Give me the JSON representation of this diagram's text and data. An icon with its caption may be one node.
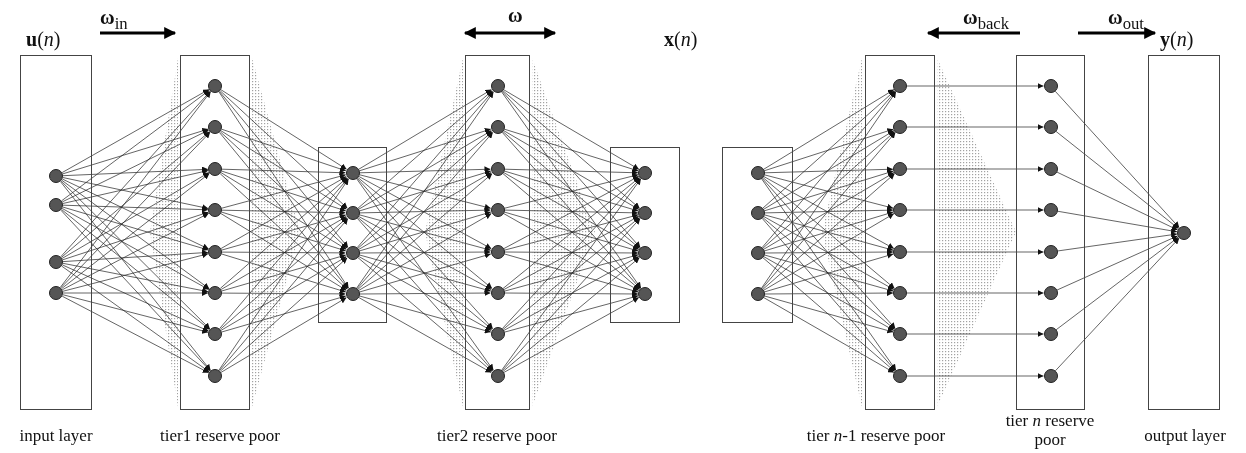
{
  "diagram": {
    "nodes": [
      {
        "text": [
          "input layer"
        ]
      },
      {
        "text": [],
        "shape": "circle",
        "in": 0
      },
      {
        "text": [],
        "shape": "circle",
        "in": 0
      },
      {
        "text": [],
        "shape": "circle",
        "in": 0
      },
      {
        "text": [],
        "shape": "circle",
        "in": 0
      },
      {
        "text": [
          "tier1 reserve poor"
        ]
      },
      {
        "text": [],
        "shape": "circle",
        "in": 5
      },
      {
        "text": [],
        "shape": "circle",
        "in": 5
      },
      {
        "text": [],
        "shape": "circle",
        "in": 5
      },
      {
        "text": [],
        "shape": "circle",
        "in": 5
      },
      {
        "text": [],
        "shape": "circle",
        "in": 5
      },
      {
        "text": [],
        "shape": "circle",
        "in": 5
      },
      {
        "text": [],
        "shape": "circle",
        "in": 5
      },
      {
        "text": [],
        "shape": "circle",
        "in": 5
      },
      {
        "text": [],
        "shape": "box"
      },
      {
        "text": [],
        "shape": "circle",
        "in": 14
      },
      {
        "text": [],
        "shape": "circle",
        "in": 14
      },
      {
        "text": [],
        "shape": "circle",
        "in": 14
      },
      {
        "text": [],
        "shape": "circle",
        "in": 14
      },
      {
        "text": [
          "tier2 reserve poor"
        ]
      },
      {
        "text": [],
        "shape": "circle",
        "in": 19
      },
      {
        "text": [],
        "shape": "circle",
        "in": 19
      },
      {
        "text": [],
        "shape": "circle",
        "in": 19
      },
      {
        "text": [],
        "shape": "circle",
        "in": 19
      },
      {
        "text": [],
        "shape": "circle",
        "in": 19
      },
      {
        "text": [],
        "shape": "circle",
        "in": 19
      },
      {
        "text": [],
        "shape": "circle",
        "in": 19
      },
      {
        "text": [],
        "shape": "circle",
        "in": 19
      },
      {
        "text": [],
        "shape": "box"
      },
      {
        "text": [],
        "shape": "circle",
        "in": 28
      },
      {
        "text": [],
        "shape": "circle",
        "in": 28
      },
      {
        "text": [],
        "shape": "circle",
        "in": 28
      },
      {
        "text": [],
        "shape": "circle",
        "in": 28
      },
      {
        "text": [],
        "shape": "box"
      },
      {
        "text": [],
        "shape": "circle",
        "in": 33
      },
      {
        "text": [],
        "shape": "circle",
        "in": 33
      },
      {
        "text": [],
        "shape": "circle",
        "in": 33
      },
      {
        "text": [],
        "shape": "circle",
        "in": 33
      },
      {
        "text": [
          "tier *n*-1 reserve poor"
        ]
      },
      {
        "text": [],
        "shape": "circle",
        "in": 38
      },
      {
        "text": [],
        "shape": "circle",
        "in": 38
      },
      {
        "text": [],
        "shape": "circle",
        "in": 38
      },
      {
        "text": [],
        "shape": "circle",
        "in": 38
      },
      {
        "text": [],
        "shape": "circle",
        "in": 38
      },
      {
        "text": [],
        "shape": "circle",
        "in": 38
      },
      {
        "text": [],
        "shape": "circle",
        "in": 38
      },
      {
        "text": [],
        "shape": "circle",
        "in": 38
      },
      {
        "text": [
          "tier *n* reserve poor"
        ]
      },
      {
        "text": [],
        "shape": "circle",
        "in": 47
      },
      {
        "text": [],
        "shape": "circle",
        "in": 47
      },
      {
        "text": [],
        "shape": "circle",
        "in": 47
      },
      {
        "text": [],
        "shape": "circle",
        "in": 47
      },
      {
        "text": [],
        "shape": "circle",
        "in": 47
      },
      {
        "text": [],
        "shape": "circle",
        "in": 47
      },
      {
        "text": [],
        "shape": "circle",
        "in": 47
      },
      {
        "text": [],
        "shape": "circle",
        "in": 47
      },
      {
        "text": [
          "output layer"
        ]
      },
      {
        "text": [],
        "shape": "circle",
        "in": 56
      }
    ],
    "edges": [
      {
        "from": 1,
        "to": 6,
        "arrow": "to"
      },
      {
        "from": 1,
        "to": 7,
        "arrow": "to"
      },
      {
        "from": 1,
        "to": 8,
        "arrow": "to"
      },
      {
        "from": 1,
        "to": 9,
        "arrow": "to"
      },
      {
        "from": 1,
        "to": 10,
        "arrow": "to"
      },
      {
        "from": 1,
        "to": 11,
        "arrow": "to"
      },
      {
        "from": 1,
        "to": 12,
        "arrow": "to"
      },
      {
        "from": 1,
        "to": 13,
        "arrow": "to"
      },
      {
        "from": 2,
        "to": 6,
        "arrow": "to"
      },
      {
        "from": 2,
        "to": 7,
        "arrow": "to"
      },
      {
        "from": 2,
        "to": 8,
        "arrow": "to"
      },
      {
        "from": 2,
        "to": 9,
        "arrow": "to"
      },
      {
        "from": 2,
        "to": 10,
        "arrow": "to"
      },
      {
        "from": 2,
        "to": 11,
        "arrow": "to"
      },
      {
        "from": 2,
        "to": 12,
        "arrow": "to"
      },
      {
        "from": 2,
        "to": 13,
        "arrow": "to"
      },
      {
        "from": 3,
        "to": 6,
        "arrow": "to"
      },
      {
        "from": 3,
        "to": 7,
        "arrow": "to"
      },
      {
        "from": 3,
        "to": 8,
        "arrow": "to"
      },
      {
        "from": 3,
        "to": 9,
        "arrow": "to"
      },
      {
        "from": 3,
        "to": 10,
        "arrow": "to"
      },
      {
        "from": 3,
        "to": 11,
        "arrow": "to"
      },
      {
        "from": 3,
        "to": 12,
        "arrow": "to"
      },
      {
        "from": 3,
        "to": 13,
        "arrow": "to"
      },
      {
        "from": 4,
        "to": 6,
        "arrow": "to"
      },
      {
        "from": 4,
        "to": 7,
        "arrow": "to"
      },
      {
        "from": 4,
        "to": 8,
        "arrow": "to"
      },
      {
        "from": 4,
        "to": 9,
        "arrow": "to"
      },
      {
        "from": 4,
        "to": 10,
        "arrow": "to"
      },
      {
        "from": 4,
        "to": 11,
        "arrow": "to"
      },
      {
        "from": 4,
        "to": 12,
        "arrow": "to"
      },
      {
        "from": 4,
        "to": 13,
        "arrow": "to"
      },
      {
        "from": 6,
        "to": 15,
        "arrow": "to"
      },
      {
        "from": 6,
        "to": 16,
        "arrow": "to"
      },
      {
        "from": 6,
        "to": 17,
        "arrow": "to"
      },
      {
        "from": 6,
        "to": 18,
        "arrow": "to"
      },
      {
        "from": 7,
        "to": 15,
        "arrow": "to"
      },
      {
        "from": 7,
        "to": 16,
        "arrow": "to"
      },
      {
        "from": 7,
        "to": 17,
        "arrow": "to"
      },
      {
        "from": 7,
        "to": 18,
        "arrow": "to"
      },
      {
        "from": 8,
        "to": 15,
        "arrow": "to"
      },
      {
        "from": 8,
        "to": 16,
        "arrow": "to"
      },
      {
        "from": 8,
        "to": 17,
        "arrow": "to"
      },
      {
        "from": 8,
        "to": 18,
        "arrow": "to"
      },
      {
        "from": 9,
        "to": 15,
        "arrow": "to"
      },
      {
        "from": 9,
        "to": 16,
        "arrow": "to"
      },
      {
        "from": 9,
        "to": 17,
        "arrow": "to"
      },
      {
        "from": 9,
        "to": 18,
        "arrow": "to"
      },
      {
        "from": 10,
        "to": 15,
        "arrow": "to"
      },
      {
        "from": 10,
        "to": 16,
        "arrow": "to"
      },
      {
        "from": 10,
        "to": 17,
        "arrow": "to"
      },
      {
        "from": 10,
        "to": 18,
        "arrow": "to"
      },
      {
        "from": 11,
        "to": 15,
        "arrow": "to"
      },
      {
        "from": 11,
        "to": 16,
        "arrow": "to"
      },
      {
        "from": 11,
        "to": 17,
        "arrow": "to"
      },
      {
        "from": 11,
        "to": 18,
        "arrow": "to"
      },
      {
        "from": 12,
        "to": 15,
        "arrow": "to"
      },
      {
        "from": 12,
        "to": 16,
        "arrow": "to"
      },
      {
        "from": 12,
        "to": 17,
        "arrow": "to"
      },
      {
        "from": 12,
        "to": 18,
        "arrow": "to"
      },
      {
        "from": 13,
        "to": 15,
        "arrow": "to"
      },
      {
        "from": 13,
        "to": 16,
        "arrow": "to"
      },
      {
        "from": 13,
        "to": 17,
        "arrow": "to"
      },
      {
        "from": 13,
        "to": 18,
        "arrow": "to"
      },
      {
        "from": 15,
        "to": 20,
        "arrow": "to"
      },
      {
        "from": 15,
        "to": 21,
        "arrow": "to"
      },
      {
        "from": 15,
        "to": 22,
        "arrow": "to"
      },
      {
        "from": 15,
        "to": 23,
        "arrow": "to"
      },
      {
        "from": 15,
        "to": 24,
        "arrow": "to"
      },
      {
        "from": 15,
        "to": 25,
        "arrow": "to"
      },
      {
        "from": 15,
        "to": 26,
        "arrow": "to"
      },
      {
        "from": 15,
        "to": 27,
        "arrow": "to"
      },
      {
        "from": 16,
        "to": 20,
        "arrow": "to"
      },
      {
        "from": 16,
        "to": 21,
        "arrow": "to"
      },
      {
        "from": 16,
        "to": 22,
        "arrow": "to"
      },
      {
        "from": 16,
        "to": 23,
        "arrow": "to"
      },
      {
        "from": 16,
        "to": 24,
        "arrow": "to"
      },
      {
        "from": 16,
        "to": 25,
        "arrow": "to"
      },
      {
        "from": 16,
        "to": 26,
        "arrow": "to"
      },
      {
        "from": 16,
        "to": 27,
        "arrow": "to"
      },
      {
        "from": 17,
        "to": 20,
        "arrow": "to"
      },
      {
        "from": 17,
        "to": 21,
        "arrow": "to"
      },
      {
        "from": 17,
        "to": 22,
        "arrow": "to"
      },
      {
        "from": 17,
        "to": 23,
        "arrow": "to"
      },
      {
        "from": 17,
        "to": 24,
        "arrow": "to"
      },
      {
        "from": 17,
        "to": 25,
        "arrow": "to"
      },
      {
        "from": 17,
        "to": 26,
        "arrow": "to"
      },
      {
        "from": 17,
        "to": 27,
        "arrow": "to"
      },
      {
        "from": 18,
        "to": 20,
        "arrow": "to"
      },
      {
        "from": 18,
        "to": 21,
        "arrow": "to"
      },
      {
        "from": 18,
        "to": 22,
        "arrow": "to"
      },
      {
        "from": 18,
        "to": 23,
        "arrow": "to"
      },
      {
        "from": 18,
        "to": 24,
        "arrow": "to"
      },
      {
        "from": 18,
        "to": 25,
        "arrow": "to"
      },
      {
        "from": 18,
        "to": 26,
        "arrow": "to"
      },
      {
        "from": 18,
        "to": 27,
        "arrow": "to"
      },
      {
        "from": 20,
        "to": 29,
        "arrow": "to"
      },
      {
        "from": 20,
        "to": 30,
        "arrow": "to"
      },
      {
        "from": 20,
        "to": 31,
        "arrow": "to"
      },
      {
        "from": 20,
        "to": 32,
        "arrow": "to"
      },
      {
        "from": 21,
        "to": 29,
        "arrow": "to"
      },
      {
        "from": 21,
        "to": 30,
        "arrow": "to"
      },
      {
        "from": 21,
        "to": 31,
        "arrow": "to"
      },
      {
        "from": 21,
        "to": 32,
        "arrow": "to"
      },
      {
        "from": 22,
        "to": 29,
        "arrow": "to"
      },
      {
        "from": 22,
        "to": 30,
        "arrow": "to"
      },
      {
        "from": 22,
        "to": 31,
        "arrow": "to"
      },
      {
        "from": 22,
        "to": 32,
        "arrow": "to"
      },
      {
        "from": 23,
        "to": 29,
        "arrow": "to"
      },
      {
        "from": 23,
        "to": 30,
        "arrow": "to"
      },
      {
        "from": 23,
        "to": 31,
        "arrow": "to"
      },
      {
        "from": 23,
        "to": 32,
        "arrow": "to"
      },
      {
        "from": 24,
        "to": 29,
        "arrow": "to"
      },
      {
        "from": 24,
        "to": 30,
        "arrow": "to"
      },
      {
        "from": 24,
        "to": 31,
        "arrow": "to"
      },
      {
        "from": 24,
        "to": 32,
        "arrow": "to"
      },
      {
        "from": 25,
        "to": 29,
        "arrow": "to"
      },
      {
        "from": 25,
        "to": 30,
        "arrow": "to"
      },
      {
        "from": 25,
        "to": 31,
        "arrow": "to"
      },
      {
        "from": 25,
        "to": 32,
        "arrow": "to"
      },
      {
        "from": 26,
        "to": 29,
        "arrow": "to"
      },
      {
        "from": 26,
        "to": 30,
        "arrow": "to"
      },
      {
        "from": 26,
        "to": 31,
        "arrow": "to"
      },
      {
        "from": 26,
        "to": 32,
        "arrow": "to"
      },
      {
        "from": 27,
        "to": 29,
        "arrow": "to"
      },
      {
        "from": 27,
        "to": 30,
        "arrow": "to"
      },
      {
        "from": 27,
        "to": 31,
        "arrow": "to"
      },
      {
        "from": 27,
        "to": 32,
        "arrow": "to"
      },
      {
        "from": 34,
        "to": 39,
        "arrow": "to"
      },
      {
        "from": 34,
        "to": 40,
        "arrow": "to"
      },
      {
        "from": 34,
        "to": 41,
        "arrow": "to"
      },
      {
        "from": 34,
        "to": 42,
        "arrow": "to"
      },
      {
        "from": 34,
        "to": 43,
        "arrow": "to"
      },
      {
        "from": 34,
        "to": 44,
        "arrow": "to"
      },
      {
        "from": 34,
        "to": 45,
        "arrow": "to"
      },
      {
        "from": 34,
        "to": 46,
        "arrow": "to"
      },
      {
        "from": 35,
        "to": 39,
        "arrow": "to"
      },
      {
        "from": 35,
        "to": 40,
        "arrow": "to"
      },
      {
        "from": 35,
        "to": 41,
        "arrow": "to"
      },
      {
        "from": 35,
        "to": 42,
        "arrow": "to"
      },
      {
        "from": 35,
        "to": 43,
        "arrow": "to"
      },
      {
        "from": 35,
        "to": 44,
        "arrow": "to"
      },
      {
        "from": 35,
        "to": 45,
        "arrow": "to"
      },
      {
        "from": 35,
        "to": 46,
        "arrow": "to"
      },
      {
        "from": 36,
        "to": 39,
        "arrow": "to"
      },
      {
        "from": 36,
        "to": 40,
        "arrow": "to"
      },
      {
        "from": 36,
        "to": 41,
        "arrow": "to"
      },
      {
        "from": 36,
        "to": 42,
        "arrow": "to"
      },
      {
        "from": 36,
        "to": 43,
        "arrow": "to"
      },
      {
        "from": 36,
        "to": 44,
        "arrow": "to"
      },
      {
        "from": 36,
        "to": 45,
        "arrow": "to"
      },
      {
        "from": 36,
        "to": 46,
        "arrow": "to"
      },
      {
        "from": 37,
        "to": 39,
        "arrow": "to"
      },
      {
        "from": 37,
        "to": 40,
        "arrow": "to"
      },
      {
        "from": 37,
        "to": 41,
        "arrow": "to"
      },
      {
        "from": 37,
        "to": 42,
        "arrow": "to"
      },
      {
        "from": 37,
        "to": 43,
        "arrow": "to"
      },
      {
        "from": 37,
        "to": 44,
        "arrow": "to"
      },
      {
        "from": 37,
        "to": 45,
        "arrow": "to"
      },
      {
        "from": 37,
        "to": 46,
        "arrow": "to"
      },
      {
        "from": 39,
        "to": 48,
        "arrow": "to"
      },
      {
        "from": 40,
        "to": 49,
        "arrow": "to"
      },
      {
        "from": 41,
        "to": 50,
        "arrow": "to"
      },
      {
        "from": 42,
        "to": 51,
        "arrow": "to"
      },
      {
        "from": 43,
        "to": 52,
        "arrow": "to"
      },
      {
        "from": 44,
        "to": 53,
        "arrow": "to"
      },
      {
        "from": 45,
        "to": 54,
        "arrow": "to"
      },
      {
        "from": 46,
        "to": 55,
        "arrow": "to"
      },
      {
        "from": 48,
        "to": 57,
        "arrow": "to"
      },
      {
        "from": 49,
        "to": 57,
        "arrow": "to"
      },
      {
        "from": 50,
        "to": 57,
        "arrow": "to"
      },
      {
        "from": 51,
        "to": 57,
        "arrow": "to"
      },
      {
        "from": 52,
        "to": 57,
        "arrow": "to"
      },
      {
        "from": 53,
        "to": 57,
        "arrow": "to"
      },
      {
        "from": 54,
        "to": 57,
        "arrow": "to"
      },
      {
        "from": 55,
        "to": 57,
        "arrow": "to"
      }
    ],
    "labels": [
      "**u**(*n*)",
      "**ω**$_{in}$",
      "**ω**",
      "**x**(*n*)",
      "**ω**$_{back}$",
      "**ω**$_{out}$",
      "**y**(*n*)"
    ]
  }
}
